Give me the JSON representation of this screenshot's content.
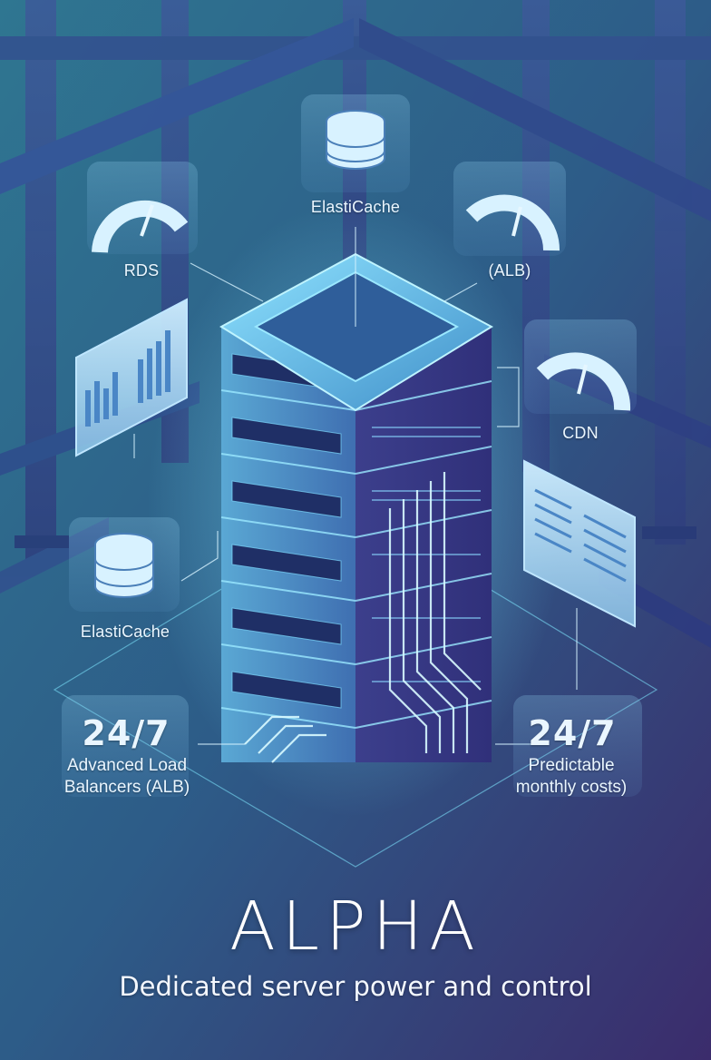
{
  "labels": {
    "elasticache_top": "ElastiCache",
    "rds": "RDS",
    "alb": "(ALB)",
    "cdn": "CDN",
    "elasticache_left": "ElastiCache"
  },
  "stats": {
    "left": {
      "value": "24/7",
      "line1": "Advanced Load",
      "line2": "Balancers (ALB)"
    },
    "right": {
      "value": "24/7",
      "line1": "Predictable",
      "line2": "monthly costs)"
    }
  },
  "brand": "ALPHA",
  "tagline": "Dedicated server power and control",
  "colors": {
    "background_top": "#2c6f8c",
    "background_bottom": "#3a2e6e",
    "accent": "#7fe8ff",
    "server_face": "#3a3f86",
    "text": "#eaf6ff"
  },
  "icons": [
    "database-icon",
    "gauge-icon",
    "bar-chart-panel-icon",
    "document-panel-icon",
    "server-rack-icon"
  ]
}
